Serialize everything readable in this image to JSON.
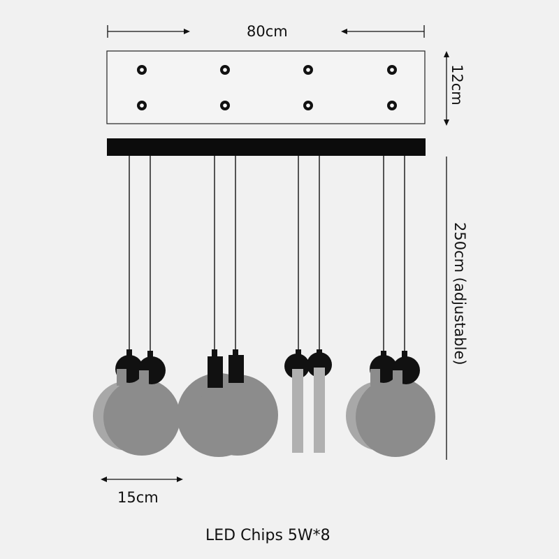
{
  "dimensions": {
    "width_label": "80cm",
    "height_label": "12cm",
    "drop_label": "250cm (adjustable)",
    "shade_label": "15cm"
  },
  "caption": "LED Chips 5W*8",
  "colors": {
    "background": "#f1f1f1",
    "line": "#111111",
    "shade": "#8c8c8c",
    "shade_rim": "#a8a8a8",
    "tube": "#b0b0b0"
  },
  "canopy": {
    "mount_points": 8,
    "rows": 2,
    "columns": 4
  },
  "pendants": [
    {
      "style": "disc",
      "count": 2
    },
    {
      "style": "disc-with-cylinder-holders",
      "count": 2
    },
    {
      "style": "glass-tube",
      "count": 2
    },
    {
      "style": "disc",
      "count": 2
    }
  ]
}
